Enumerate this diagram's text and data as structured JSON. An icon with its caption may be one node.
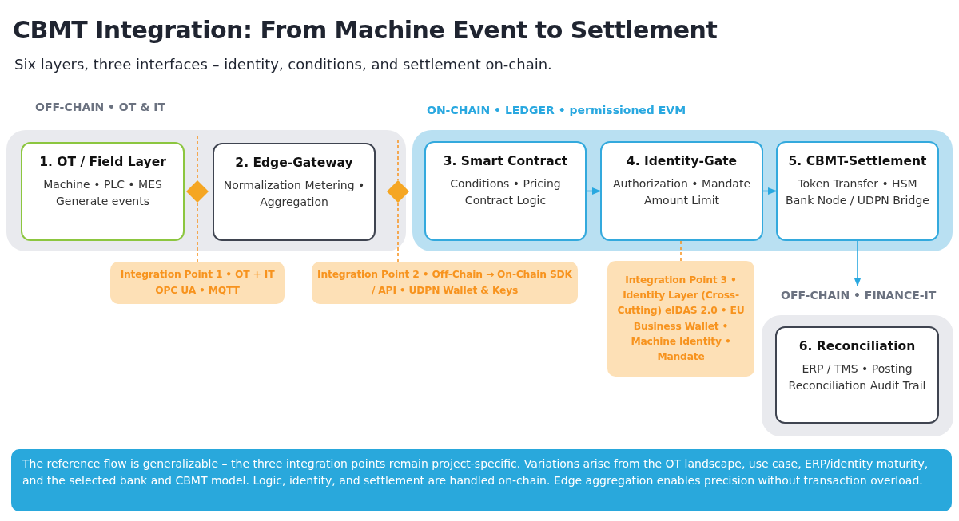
{
  "diagram": {
    "title": "CBMT Integration: From Machine Event to Settlement",
    "caption": "The reference flow is generalizable – the three integration points remain project-specific. Variations arise from the OT landscape, use case, ERP/identity maturity, and the selected bank and CBMT model. Logic, identity, and settlement are handled on-chain. Edge aggregation enables precision without transaction overload.",
    "nodes": [
      {
        "text": [
          "OFF-CHAIN • OT & IT"
        ]
      },
      {
        "text": [
          "1. OT / Field Layer",
          "Machine • PLC • MES Generate events"
        ],
        "in": 0
      },
      {
        "text": [
          "2. Edge-Gateway",
          "Normalization Metering • Aggregation"
        ],
        "in": 0
      },
      {
        "text": [
          "ON-CHAIN • LEDGER • permissioned EVM"
        ]
      },
      {
        "text": [
          "3. Smart Contract",
          "Conditions • Pricing Contract Logic"
        ],
        "in": 3
      },
      {
        "text": [
          "4. Identity-Gate",
          "Authorization • Mandate Amount Limit"
        ],
        "in": 3
      },
      {
        "text": [
          "5. CBMT-Settlement",
          "Token Transfer • HSM Bank Node / UDPN Bridge"
        ],
        "in": 3
      },
      {
        "text": [
          "OFF-CHAIN • FINANCE-IT"
        ]
      },
      {
        "text": [
          "6. Reconciliation",
          "ERP / TMS • Posting Reconciliation Audit Trail"
        ],
        "in": 7
      },
      {
        "text": [
          "Integration Point 1 • OT + IT OPC UA • MQTT"
        ]
      },
      {
        "text": [
          "Integration Point 2 • Off-Chain → On-Chain SDK / API • UDPN Wallet & Keys"
        ]
      },
      {
        "text": [
          "Integration Point 3 • Identity Layer (Cross-Cutting) eIDAS 2.0 • EU Business Wallet • Machine Identity • Mandate"
        ]
      },
      {
        "text": [],
        "shape": "diamond",
        "in": 0
      },
      {
        "text": [],
        "shape": "diamond"
      }
    ],
    "edges": [
      {
        "from": 4,
        "to": 5,
        "arrow": "to"
      },
      {
        "from": 5,
        "to": 6,
        "arrow": "to"
      },
      {
        "from": 6,
        "to": 7,
        "arrow": "to"
      },
      {
        "from": 12,
        "to": 9,
        "arrow": "none",
        "style": "dashed",
        "color": "#f7931e"
      },
      {
        "from": 13,
        "to": 10,
        "arrow": "none",
        "style": "dashed",
        "color": "#f7931e"
      },
      {
        "from": 5,
        "to": 11,
        "arrow": "none",
        "style": "dashed",
        "color": "#f7931e"
      }
    ],
    "labels": [
      "Six layers, three interfaces – identity, conditions, and settlement on-chain."
    ]
  }
}
